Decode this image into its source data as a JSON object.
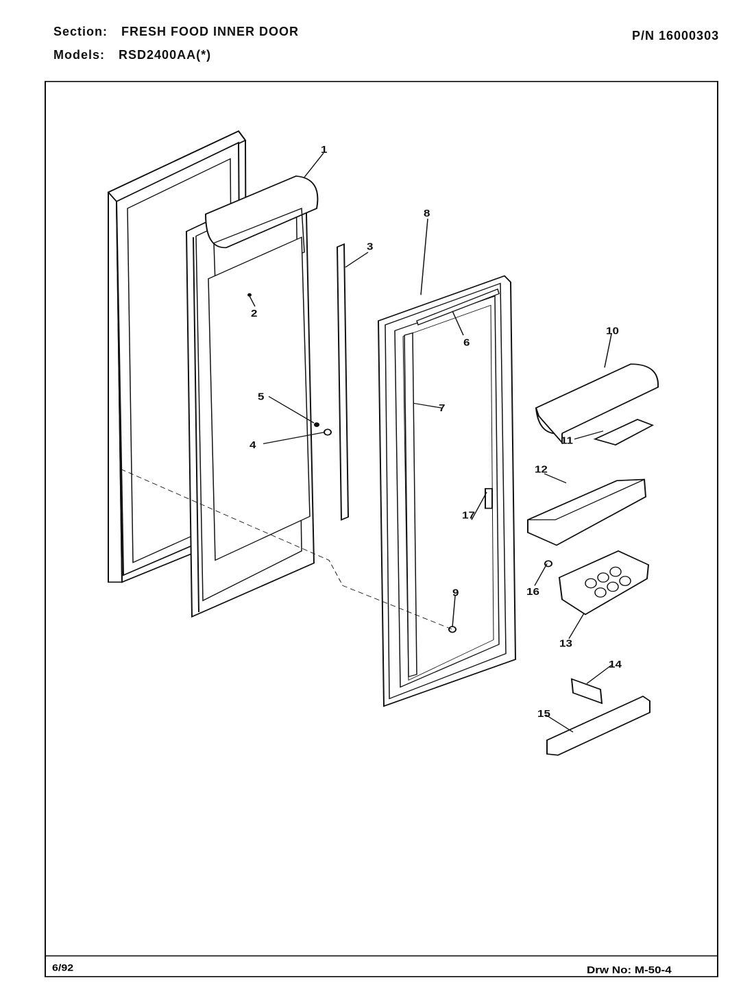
{
  "header": {
    "section_label": "Section:",
    "section_title": "FRESH FOOD INNER DOOR",
    "part_number": "P/N 16000303",
    "models_label": "Models:",
    "models_value": "RSD2400AA(*)"
  },
  "footer": {
    "date": "6/92",
    "drawing_number": "Drw No: M-50-4"
  },
  "callouts": [
    "1",
    "2",
    "3",
    "4",
    "5",
    "6",
    "7",
    "8",
    "9",
    "10",
    "11",
    "12",
    "13",
    "14",
    "15",
    "16",
    "17"
  ]
}
